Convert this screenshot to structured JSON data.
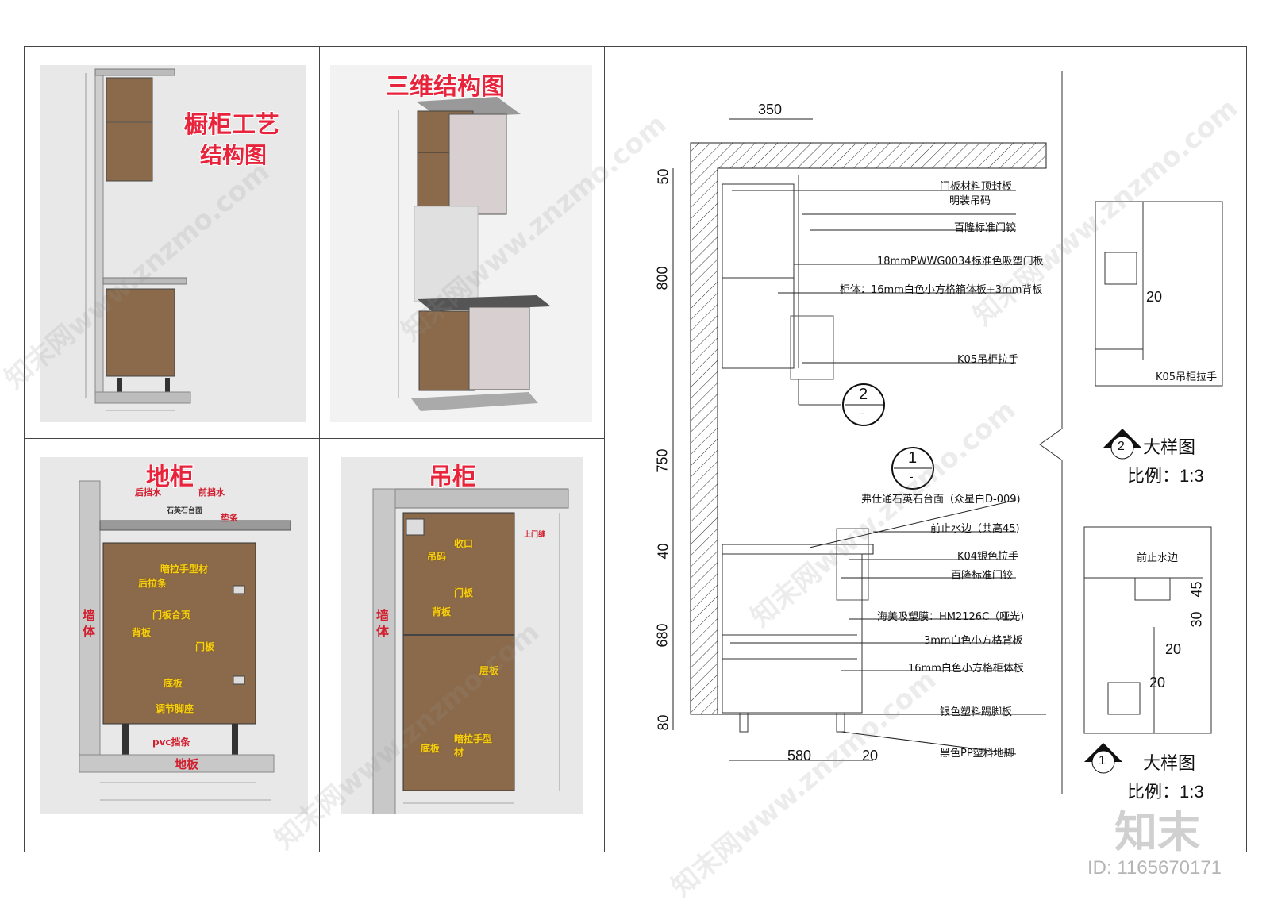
{
  "panels": {
    "craft": {
      "title_line1": "橱柜工艺",
      "title_line2": "结构图"
    },
    "three_d": {
      "title": "三维结构图"
    },
    "base": {
      "title": "地柜",
      "labels": [
        "后挡水",
        "前挡水",
        "石英石台面",
        "垫条",
        "暗拉手型材",
        "后拉条",
        "门板合页",
        "背板",
        "门板",
        "底板",
        "调节脚座",
        "pvc挡条"
      ],
      "wall": "墙体",
      "floor": "地板"
    },
    "wall_cab": {
      "title": "吊柜",
      "labels": [
        "收口",
        "吊码",
        "门板",
        "背板",
        "上门缝",
        "层板",
        "暗拉手型材",
        "底板"
      ],
      "wall": "墙体"
    }
  },
  "drawing": {
    "dims_top": "350",
    "dims_left": [
      "50",
      "800",
      "750",
      "40",
      "680",
      "80"
    ],
    "dims_bottom": [
      "580",
      "20"
    ],
    "callouts": [
      "门板材料顶封板",
      "明装吊码",
      "百隆标准门铰",
      "18mmPWWG0034标准色吸塑门板",
      "柜体：16mm白色小方格箱体板+3mm背板",
      "K05吊柜拉手",
      "弗仕通石英石台面（众星白D-009)",
      "前止水边（共高45)",
      "K04银色拉手",
      "百隆标准门铰",
      "海美吸塑膜：HM2126C（哑光)",
      "3mm白色小方格背板",
      "16mm白色小方格柜体板",
      "银色塑料踢脚板",
      "黑色PP塑料地脚"
    ],
    "marker_2": "2",
    "marker_1": "1",
    "marker_sub": "-"
  },
  "details": {
    "detail2": {
      "title": "大样图",
      "scale": "比例：1:3",
      "dim": "20",
      "label": "K05吊柜拉手",
      "num": "2"
    },
    "detail1": {
      "title": "大样图",
      "scale": "比例：1:3",
      "dims": [
        "45",
        "30",
        "20",
        "20"
      ],
      "label": "前止水边",
      "num": "1"
    }
  },
  "footer": {
    "brand": "知末",
    "id": "ID: 1165670171"
  },
  "watermark": "知末网www.znzmo.com",
  "colors": {
    "wood": "#8a6a4a",
    "title_red": "#e8243c",
    "label_yellow": "#f5d010",
    "dim_red": "#d21f2f"
  }
}
